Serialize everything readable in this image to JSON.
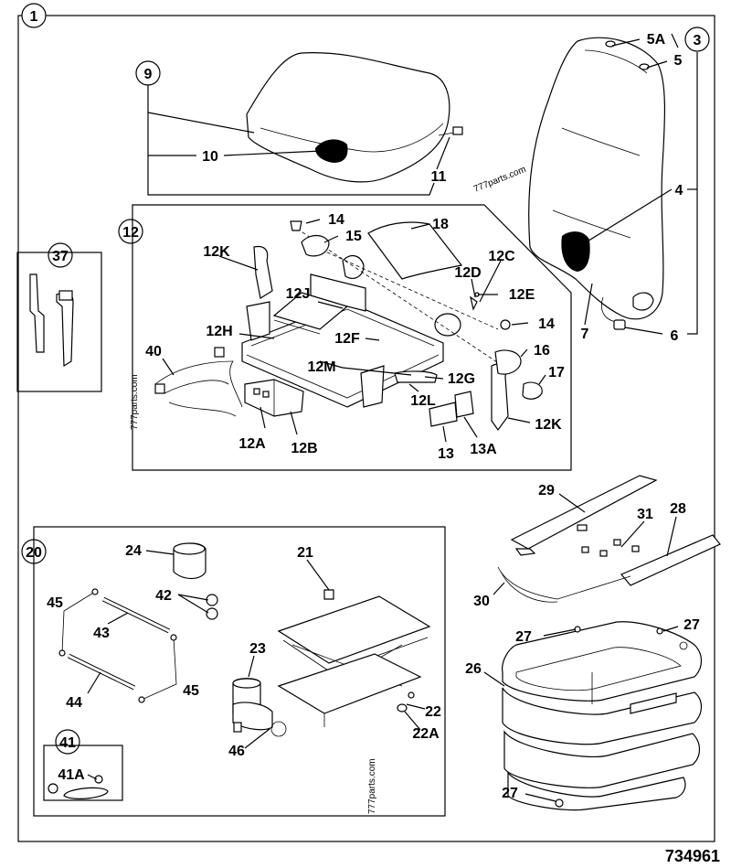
{
  "drawing": {
    "drawing_number": "734961",
    "watermarks": [
      "777parts.com",
      "777parts.com",
      "777parts.com"
    ]
  },
  "callouts": {
    "c1": "1",
    "c3": "3",
    "c9": "9",
    "c12": "12",
    "c20": "20",
    "c37": "37",
    "c41": "41"
  },
  "labels": {
    "l5A": "5A",
    "l5": "5",
    "l4": "4",
    "l6": "6",
    "l7": "7",
    "l10": "10",
    "l11": "11",
    "l14a": "14",
    "l15": "15",
    "l18": "18",
    "l12K1": "12K",
    "l12D": "12D",
    "l12C": "12C",
    "l12J": "12J",
    "l12E": "12E",
    "l12H": "12H",
    "l14b": "14",
    "l12F": "12F",
    "l16": "16",
    "l40": "40",
    "l12M": "12M",
    "l12G": "12G",
    "l17": "17",
    "l12L": "12L",
    "l12K2": "12K",
    "l12A": "12A",
    "l12B": "12B",
    "l13": "13",
    "l13A": "13A",
    "l29": "29",
    "l31": "31",
    "l28": "28",
    "l30": "30",
    "l24": "24",
    "l21": "21",
    "l42": "42",
    "l45a": "45",
    "l43": "43",
    "l23": "23",
    "l44": "44",
    "l45b": "45",
    "l22": "22",
    "l22A": "22A",
    "l46": "46",
    "l41A": "41A",
    "l27a": "27",
    "l27b": "27",
    "l26": "26",
    "l27c": "27"
  }
}
